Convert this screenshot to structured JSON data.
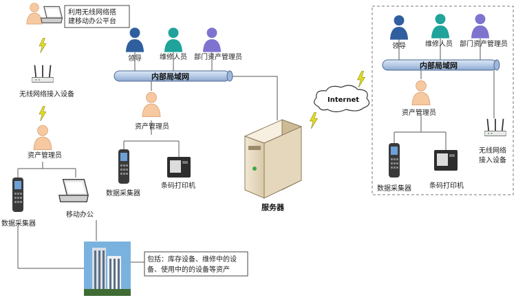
{
  "left": {
    "note_top": {
      "line1": "利用无线网络搭",
      "line2": "建移动办公平台"
    },
    "wireless_label": "无线网络接入设备",
    "asset_manager_left": "资产管理员",
    "collector_left": "数据采集器",
    "mobile_office": "移动办公",
    "note_bottom": {
      "line1": "包括：库存设备、维修中的设",
      "line2": "备、使用中的的设备等资产"
    }
  },
  "center": {
    "lan_label": "内部局域网",
    "leader": "领导",
    "maintenance": "维修人员",
    "dept_manager": "部门资产管理员",
    "asset_manager": "资产管理员",
    "collector": "数据采集器",
    "printer": "条码打印机",
    "server": "服务器"
  },
  "internet": "Internet",
  "right": {
    "lan_label": "内部局域网",
    "leader": "领导",
    "maintenance": "维修人员",
    "dept_manager": "部门资产管理员",
    "asset_manager": "资产管理员",
    "collector": "数据采集器",
    "printer": "条码打印机",
    "wireless_line1": "无线网络",
    "wireless_line2": "接入设备"
  },
  "colors": {
    "person_blue": "#2f5f9e",
    "person_teal": "#1fa39a",
    "person_purple": "#7e74cf",
    "person_skin": "#f6c9a0",
    "bus_fill": "#b7cbe6",
    "lightning": "#e4dc1c"
  }
}
